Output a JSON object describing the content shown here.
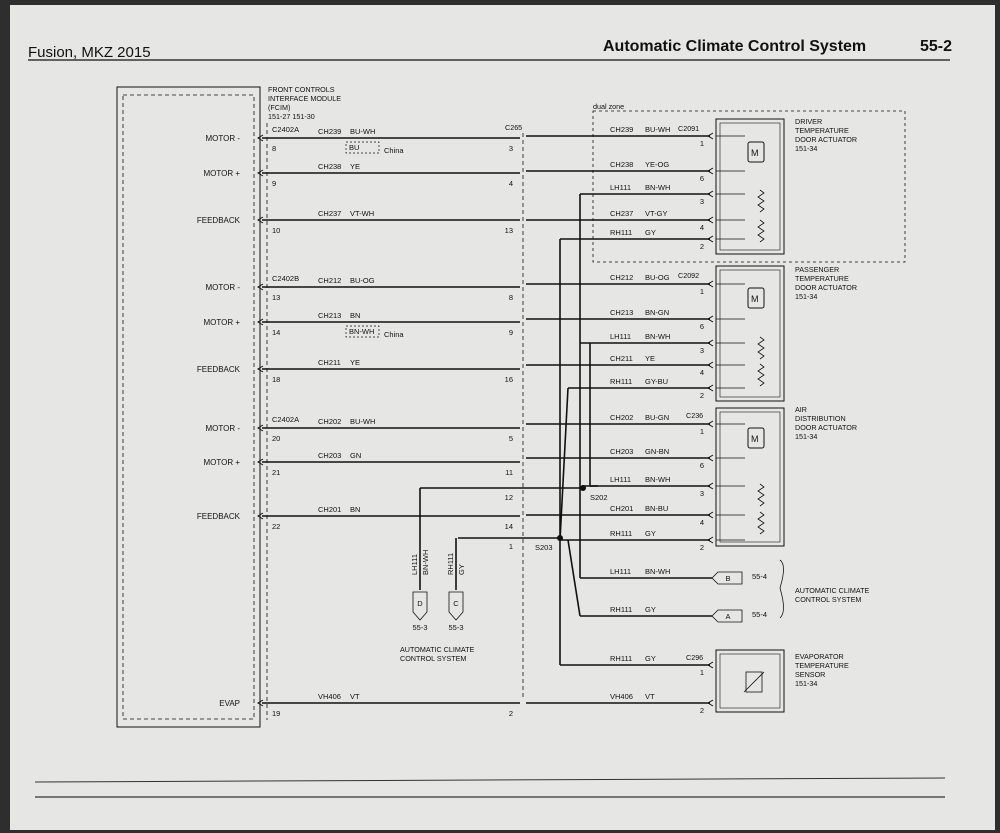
{
  "header": {
    "vehicle": "Fusion, MKZ 2015",
    "section_title": "Automatic Climate Control System",
    "page_number": "55-2"
  },
  "fcim": {
    "title_lines": [
      "FRONT CONTROLS",
      "INTERFACE MODULE",
      "(FCIM)",
      "151-27   151-30"
    ],
    "pins": [
      {
        "label": "MOTOR -",
        "connector": "C2402A",
        "pin": "8",
        "circuit": "CH239",
        "color": "BU-WH",
        "c265_pin": "3",
        "china": "BU"
      },
      {
        "label": "MOTOR +",
        "connector": "",
        "pin": "9",
        "circuit": "CH238",
        "color": "YE",
        "c265_pin": "4",
        "china": ""
      },
      {
        "label": "FEEDBACK",
        "connector": "",
        "pin": "10",
        "circuit": "CH237",
        "color": "VT-WH",
        "c265_pin": "13",
        "china": ""
      },
      {
        "label": "MOTOR -",
        "connector": "C2402B",
        "pin": "13",
        "circuit": "CH212",
        "color": "BU-OG",
        "c265_pin": "8",
        "china": ""
      },
      {
        "label": "MOTOR +",
        "connector": "",
        "pin": "14",
        "circuit": "CH213",
        "color": "BN",
        "c265_pin": "9",
        "china": "BN-WH"
      },
      {
        "label": "FEEDBACK",
        "connector": "",
        "pin": "18",
        "circuit": "CH211",
        "color": "YE",
        "c265_pin": "16",
        "china": ""
      },
      {
        "label": "MOTOR -",
        "connector": "C2402A",
        "pin": "20",
        "circuit": "CH202",
        "color": "BU-WH",
        "c265_pin": "5",
        "china": ""
      },
      {
        "label": "MOTOR +",
        "connector": "",
        "pin": "21",
        "circuit": "CH203",
        "color": "GN",
        "c265_pin": "11",
        "china": ""
      },
      {
        "label": "FEEDBACK",
        "connector": "",
        "pin": "22",
        "circuit": "CH201",
        "color": "BN",
        "c265_pin": "14",
        "china": ""
      },
      {
        "label": "EVAP",
        "connector": "",
        "pin": "19",
        "circuit": "VH406",
        "color": "VT",
        "c265_pin": "2",
        "china": ""
      }
    ],
    "china_label": "China"
  },
  "c265": {
    "label": "C265",
    "extra_pins": [
      "12",
      "1"
    ]
  },
  "dual_zone": "dual zone",
  "actuators": [
    {
      "name_lines": [
        "DRIVER",
        "TEMPERATURE",
        "DOOR ACTUATOR",
        "151-34"
      ],
      "connector": "C2091",
      "wires": [
        {
          "circuit": "CH239",
          "color": "BU-WH",
          "pin": "1"
        },
        {
          "circuit": "CH238",
          "color": "YE-OG",
          "pin": "6"
        },
        {
          "circuit": "LH111",
          "color": "BN-WH",
          "pin": "3"
        },
        {
          "circuit": "CH237",
          "color": "VT-GY",
          "pin": "4"
        },
        {
          "circuit": "RH111",
          "color": "GY",
          "pin": "2"
        }
      ]
    },
    {
      "name_lines": [
        "PASSENGER",
        "TEMPERATURE",
        "DOOR ACTUATOR",
        "151-34"
      ],
      "connector": "C2092",
      "wires": [
        {
          "circuit": "CH212",
          "color": "BU-OG",
          "pin": "1"
        },
        {
          "circuit": "CH213",
          "color": "BN-GN",
          "pin": "6"
        },
        {
          "circuit": "LH111",
          "color": "BN-WH",
          "pin": "3"
        },
        {
          "circuit": "CH211",
          "color": "YE",
          "pin": "4"
        },
        {
          "circuit": "RH111",
          "color": "GY-BU",
          "pin": "2"
        }
      ]
    },
    {
      "name_lines": [
        "AIR",
        "DISTRIBUTION",
        "DOOR ACTUATOR",
        "151-34"
      ],
      "connector": "C236",
      "wires": [
        {
          "circuit": "CH202",
          "color": "BU-GN",
          "pin": "1"
        },
        {
          "circuit": "CH203",
          "color": "GN-BN",
          "pin": "6"
        },
        {
          "circuit": "LH111",
          "color": "BN-WH",
          "pin": "3"
        },
        {
          "circuit": "CH201",
          "color": "BN-BU",
          "pin": "4"
        },
        {
          "circuit": "RH111",
          "color": "GY",
          "pin": "2"
        }
      ]
    }
  ],
  "splices": {
    "s202": "S202",
    "s203": "S203"
  },
  "refs_right": [
    {
      "circuit": "LH111",
      "color": "BN-WH",
      "letter": "B",
      "page": "55-4"
    },
    {
      "circuit": "RH111",
      "color": "GY",
      "letter": "A",
      "page": "55-4"
    }
  ],
  "auto_climate_right": [
    "AUTOMATIC CLIMATE",
    "CONTROL SYSTEM"
  ],
  "refs_bottom": [
    {
      "circuit": "LH111",
      "color": "BN-WH",
      "letter": "D",
      "page": "55-3"
    },
    {
      "circuit": "RH111",
      "color": "GY",
      "letter": "C",
      "page": "55-3"
    }
  ],
  "auto_climate_bottom": [
    "AUTOMATIC CLIMATE",
    "CONTROL SYSTEM"
  ],
  "sensor": {
    "name_lines": [
      "EVAPORATOR",
      "TEMPERATURE",
      "SENSOR",
      "151-34"
    ],
    "connector": "C296",
    "wires": [
      {
        "circuit": "RH111",
        "color": "GY",
        "pin": "1"
      },
      {
        "circuit": "VH406",
        "color": "VT",
        "pin": "2"
      }
    ]
  }
}
